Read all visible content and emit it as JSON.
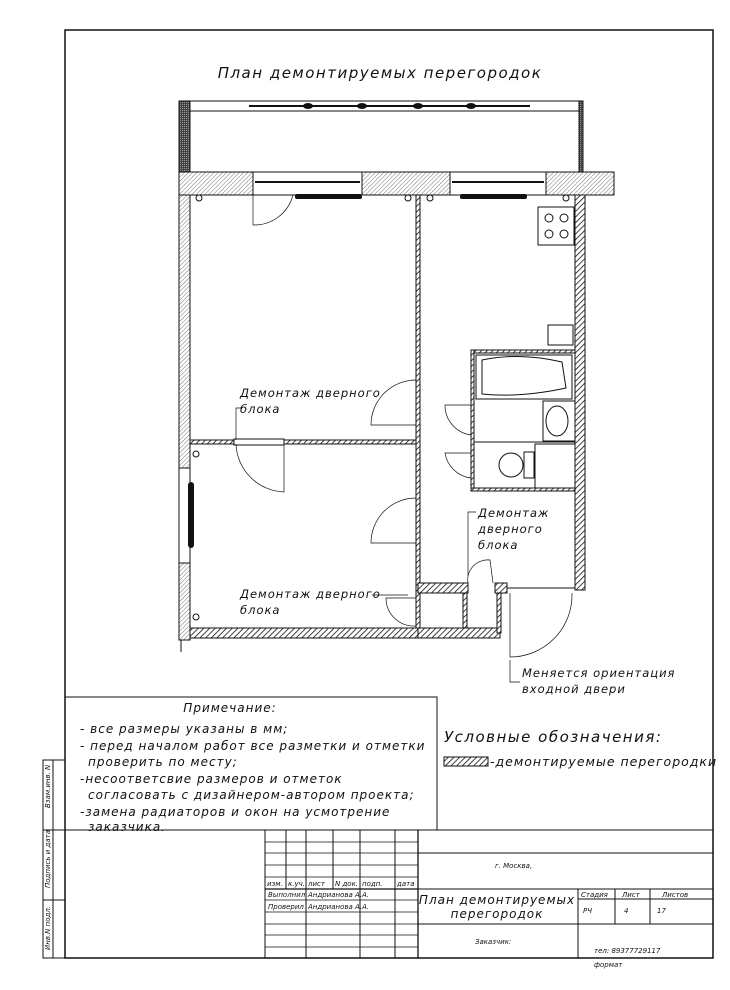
{
  "drawing": {
    "title": "План демонтируемых перегородок",
    "annotations": [
      {
        "line1": "Демонтаж дверного",
        "line2": "блока"
      },
      {
        "line1": "Демонтаж",
        "line2": "дверного",
        "line3": "блока"
      },
      {
        "line1": "Демонтаж дверного",
        "line2": "блока"
      },
      {
        "line1": "Меняется ориентация",
        "line2": "входной двери"
      }
    ]
  },
  "notes": {
    "heading": "Примечание:",
    "lines": [
      "- все размеры указаны в мм;",
      "- перед началом работ все разметки и отметки",
      "проверить по месту;",
      "-несоответсвие размеров и отметок",
      "согласовать с дизайнером-автором проекта;",
      "-замена радиаторов и окон на усмотрение",
      "заказчика."
    ]
  },
  "legend": {
    "heading": "Условные обозначения:",
    "item": "-демонтируемые перегородки"
  },
  "side_stamp": {
    "replace": "Взам.инв. N",
    "signature": "Подпись и дата",
    "inventory": "Инв.N подл."
  },
  "title_block": {
    "headers": [
      "изм.",
      "к.уч.",
      "лист",
      "N док.",
      "подп.",
      "дата"
    ],
    "performed_label": "Выполнил",
    "performed_name": "Андрианова А.А.",
    "checked_label": "Проверил",
    "checked_name": "Андрианова А.А.",
    "city": "г. Москва,",
    "sheet_title_1": "План демонтируемых",
    "sheet_title_2": "перегородок",
    "stage_label": "Стадия",
    "sheet_label": "Лист",
    "sheets_label": "Листов",
    "stage": "РЧ",
    "sheet": "4",
    "sheets": "17",
    "customer": "Заказчик:",
    "phone": "тел: 89377729117",
    "format": "формат"
  }
}
